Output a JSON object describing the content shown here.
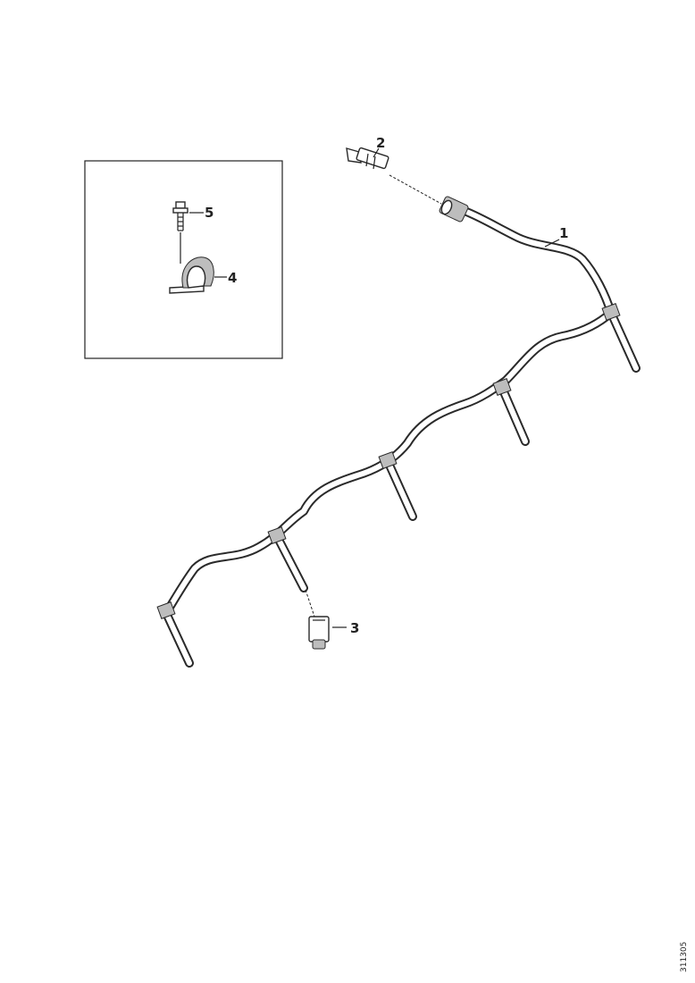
{
  "callouts": {
    "c1": "1",
    "c2": "2",
    "c3": "3",
    "c4": "4",
    "c5": "5"
  },
  "document_number": "311305"
}
